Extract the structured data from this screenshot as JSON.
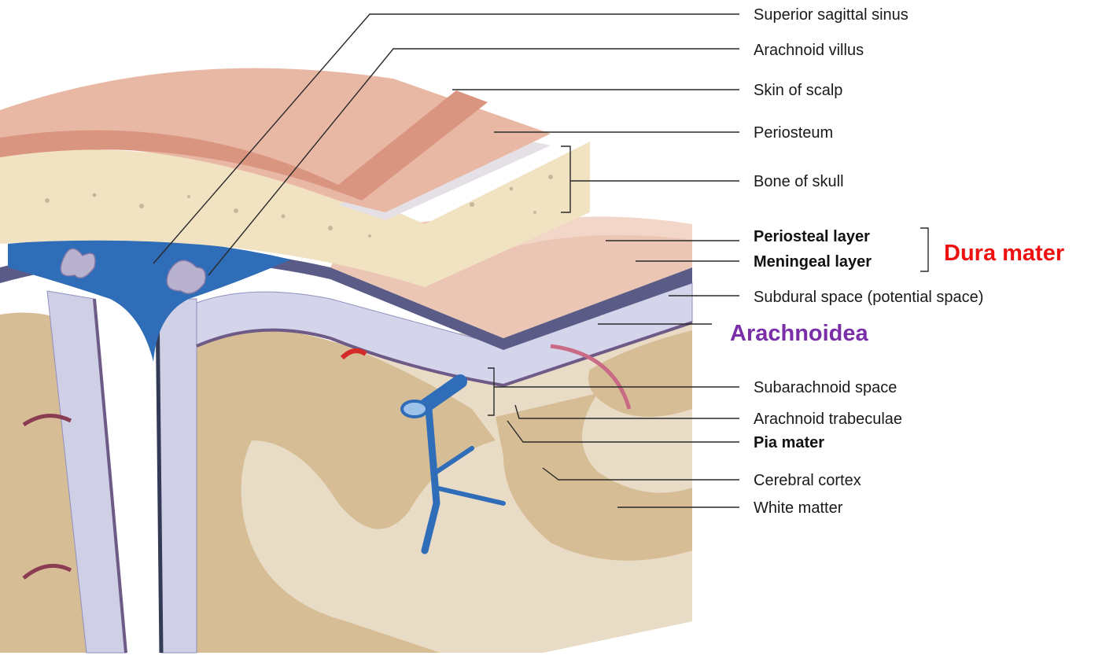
{
  "labels": {
    "superior_sagittal_sinus": "Superior sagittal sinus",
    "arachnoid_villus": "Arachnoid villus",
    "skin_of_scalp": "Skin of scalp",
    "periosteum": "Periosteum",
    "bone_of_skull": "Bone of skull",
    "periosteal_layer": "Periosteal layer",
    "meningeal_layer": "Meningeal layer",
    "subdural_space": "Subdural space (potential space)",
    "subarachnoid_space": "Subarachnoid space",
    "arachnoid_trabeculae": "Arachnoid trabeculae",
    "pia_mater": "Pia mater",
    "cerebral_cortex": "Cerebral cortex",
    "white_matter": "White matter"
  },
  "callouts": {
    "dura_mater": "Dura mater",
    "arachnoidea": "Arachnoidea"
  },
  "colors": {
    "dura_mater": "#ee1111",
    "arachnoidea": "#7a2fa8",
    "skin": "#e3a48e",
    "bone": "#f1e3c1",
    "sinus": "#2f6db8",
    "brain": "#d7bd96",
    "white_matter": "#e9dcc6"
  }
}
